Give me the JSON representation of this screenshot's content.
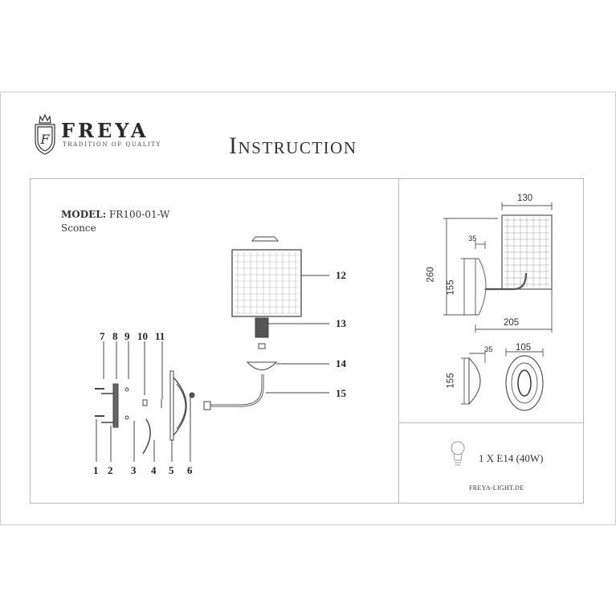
{
  "header": {
    "brand": "FREYA",
    "tagline": "TRADITION OF QUALITY",
    "title": "Instruction"
  },
  "product": {
    "model_label": "MODEL:",
    "model_value": "FR100-01-W",
    "type": "Sconce"
  },
  "part_numbers": [
    "1",
    "2",
    "3",
    "4",
    "5",
    "6",
    "7",
    "8",
    "9",
    "10",
    "11",
    "12",
    "13",
    "14",
    "15"
  ],
  "dimensions": {
    "shade_width": "130",
    "total_height": "260",
    "plate_depth": "35",
    "plate_height": "155",
    "total_depth": "205",
    "base_depth": "35",
    "base_width": "105",
    "base_height": "155"
  },
  "bulb": {
    "spec": "1 X E14 (40W)",
    "icon": "light-bulb-icon"
  },
  "footer": {
    "website": "FREYA-LIGHT.DE"
  },
  "colors": {
    "line": "#555555",
    "frame": "#b9b9b9"
  }
}
